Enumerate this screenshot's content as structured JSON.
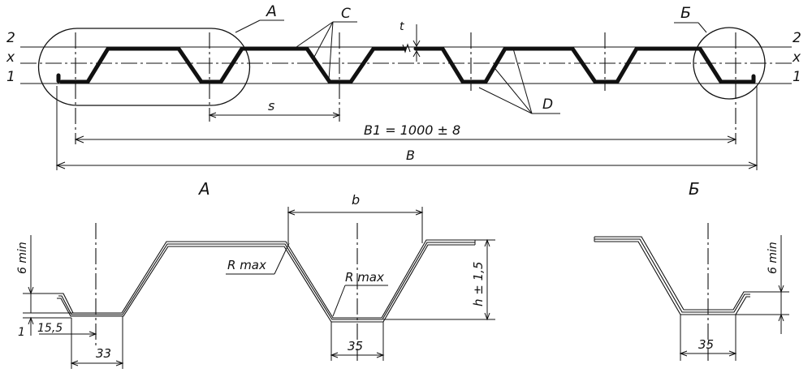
{
  "labels": {
    "view_a": "A",
    "view_b": "Б",
    "level_2": "2",
    "level_x": "x",
    "level_1": "1",
    "callout_c": "C",
    "callout_d": "D",
    "thickness_t": "t",
    "pitch_s": "s",
    "width_b1": "B1 = 1000 ± 8",
    "width_b": "B",
    "view_title_a": "А",
    "view_title_b": "Б",
    "dim_b": "b",
    "r_max_1": "R max",
    "r_max_2": "R max",
    "dim_h": "h ± 1,5",
    "dim_6min_left": "6 min",
    "dim_6min_right": "6 min",
    "dim_1": "1",
    "dim_15_5": "15,5",
    "dim_33": "33",
    "dim_35_mid": "35",
    "dim_35_right": "35"
  }
}
